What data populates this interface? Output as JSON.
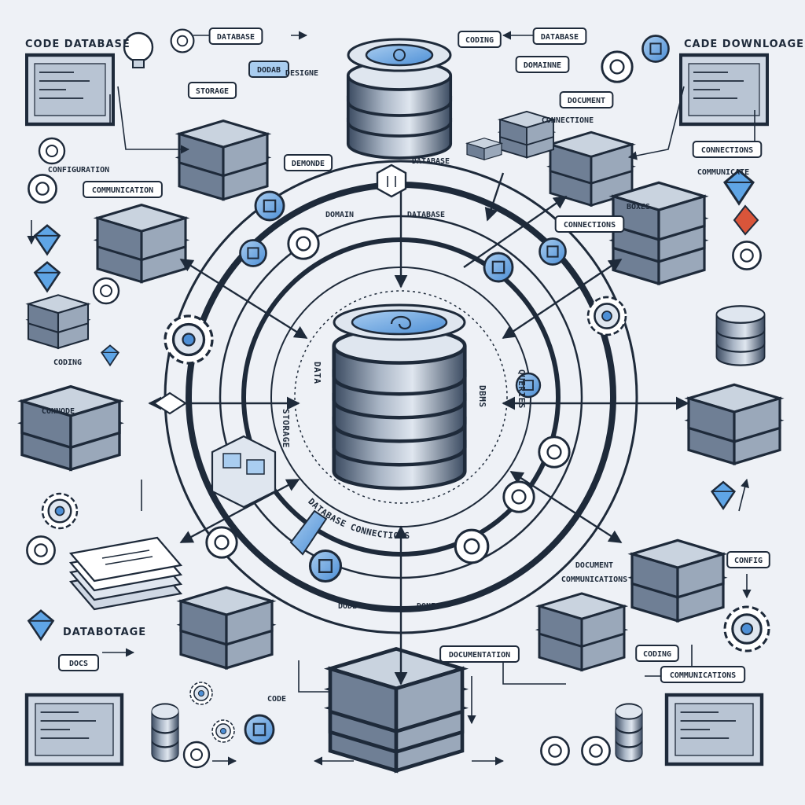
{
  "central": {
    "ring_label": "DATABASE CONNECTIONS",
    "side_left": "STORAGE",
    "side_right": "QUERIES",
    "inner_left": "DATA",
    "inner_right": "DBMS"
  },
  "corners": {
    "top_left": "CODE DATABASE",
    "top_right": "CADE DOWNLOAGE",
    "bottom_left": "DATABOTAGE"
  },
  "tags": {
    "t1": "DATABASE",
    "t2": "DODAB",
    "t3": "DESIGNE",
    "t4": "STORAGE",
    "t5": "DATABASE",
    "t6": "DOMAINNE",
    "t7": "CONFIGURATION",
    "t8": "COMMUNICATION",
    "t9": "DEMONDE",
    "t10": "DATABASE",
    "t11": "DOCUMENT",
    "t12": "CONNECTIONE",
    "t13": "CODING",
    "t14": "CONNECTIONS",
    "t15": "COMMUNICATE",
    "t16": "CONNECTIONS",
    "t17": "DOMAIN",
    "t18": "DATABASE",
    "t19": "CODING",
    "t20": "CONNODE",
    "t21": "DOCUMENT",
    "t22": "COMMUNICATIONS",
    "t23": "CODING",
    "t24": "COMMUNICATIONS",
    "t25": "DOCUMENTATION",
    "t26": "DOCS",
    "t27": "DONE",
    "t28": "DODE",
    "t29": "CODE",
    "t30": "CONFIG",
    "t31": "BOXES"
  },
  "icons": [
    "database-icon",
    "server-icon",
    "monitor-icon",
    "gear-icon",
    "diamond-icon",
    "link-icon",
    "document-icon",
    "cube-icon"
  ],
  "colors": {
    "ink": "#1e2a3a",
    "accent": "#4d8fd6",
    "accent_light": "#a9cdf0",
    "paper": "#eef1f6"
  }
}
